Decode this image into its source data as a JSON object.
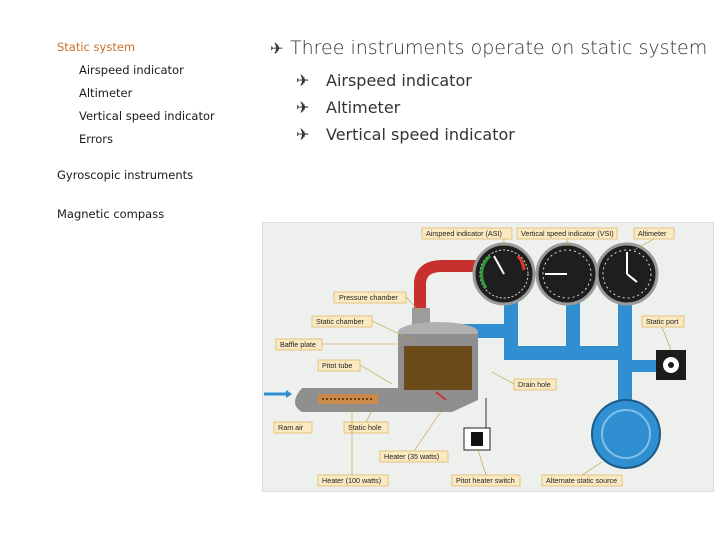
{
  "nav": {
    "items": [
      {
        "label": "Static system",
        "active": true
      },
      {
        "label": "Airspeed indicator",
        "active": false
      },
      {
        "label": "Altimeter",
        "active": false
      },
      {
        "label": "Vertical speed indicator",
        "active": false
      },
      {
        "label": "Errors",
        "active": false
      },
      {
        "label": "Gyroscopic instruments",
        "active": false
      },
      {
        "label": "Magnetic compass",
        "active": false
      }
    ]
  },
  "content": {
    "bullet_icon": "airplane-icon",
    "heading": "Three instruments operate on static system",
    "subitems": [
      "Airspeed indicator",
      "Altimeter",
      "Vertical speed indicator"
    ]
  },
  "diagram": {
    "labels": {
      "asi": "Airspeed indicator (ASI)",
      "vsi": "Vertical speed indicator (VSI)",
      "altimeter": "Altimeter",
      "pressure_chamber": "Pressure chamber",
      "static_chamber": "Static chamber",
      "static_port": "Static port",
      "baffle_plate": "Baffle plate",
      "pitot_tube": "Pitot tube",
      "drain_hole": "Drain hole",
      "ram_air": "Ram air",
      "static_hole": "Static hole",
      "heater_35": "Heater (35 watts)",
      "heater_100": "Heater (100 watts)",
      "pitot_heater_switch": "Pitot heater switch",
      "alternate_static_source": "Alternate static source"
    },
    "colors": {
      "label_fill": "#fbeac1",
      "label_border": "#d9a84a",
      "static_line": "#2f8fd0",
      "pitot_line": "#c8302e",
      "pitot_body": "#8f8f8f",
      "static_chamber_fill": "#6b4a1c",
      "accent_nav": "#c8702a"
    }
  }
}
